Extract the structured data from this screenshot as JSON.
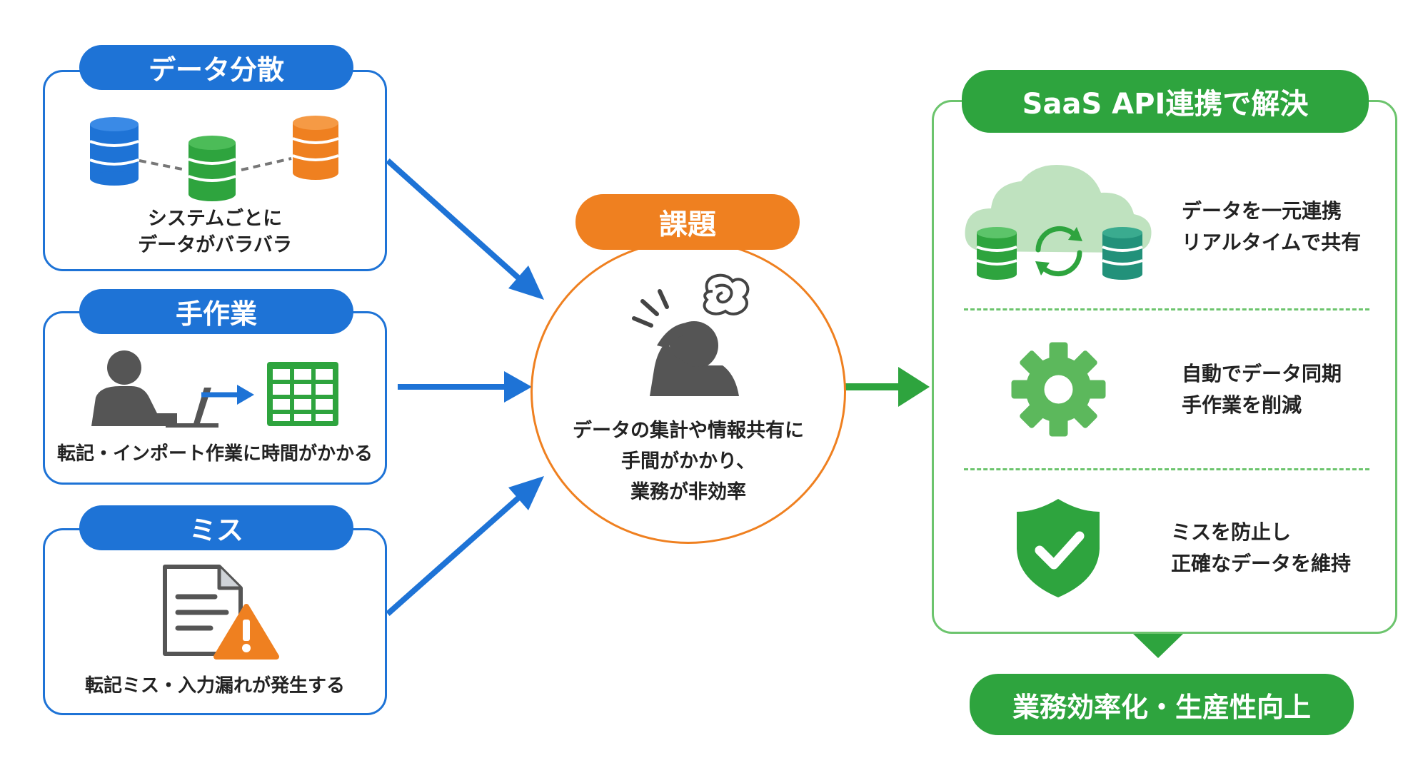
{
  "colors": {
    "blue": "#1e73d6",
    "orange": "#ef8020",
    "green": "#2ea43e",
    "light_green": "#6cc46d"
  },
  "problems": [
    {
      "title": "データ分散",
      "caption_lines": [
        "システムごとに",
        "データがバラバラ"
      ],
      "icons": [
        "database-blue-icon",
        "database-green-icon",
        "database-orange-icon"
      ]
    },
    {
      "title": "手作業",
      "caption_lines": [
        "転記・インポート作業に時間がかかる"
      ],
      "icons": [
        "person-laptop-icon",
        "arrow-right-icon",
        "spreadsheet-icon"
      ]
    },
    {
      "title": "ミス",
      "caption_lines": [
        "転記ミス・入力漏れが発生する"
      ],
      "icons": [
        "document-icon",
        "warning-icon"
      ]
    }
  ],
  "issue": {
    "title": "課題",
    "icon": "troubled-person-icon",
    "text_lines": [
      "データの集計や情報共有に",
      "手間がかかり、",
      "業務が非効率"
    ]
  },
  "solution": {
    "title": "SaaS API連携で解決",
    "items": [
      {
        "icon": "cloud-sync-icon",
        "text_lines": [
          "データを一元連携",
          "リアルタイムで共有"
        ]
      },
      {
        "icon": "gear-icon",
        "text_lines": [
          "自動でデータ同期",
          "手作業を削減"
        ]
      },
      {
        "icon": "shield-check-icon",
        "text_lines": [
          "ミスを防止し",
          "正確なデータを維持"
        ]
      }
    ]
  },
  "outcome": {
    "label": "業務効率化・生産性向上"
  }
}
